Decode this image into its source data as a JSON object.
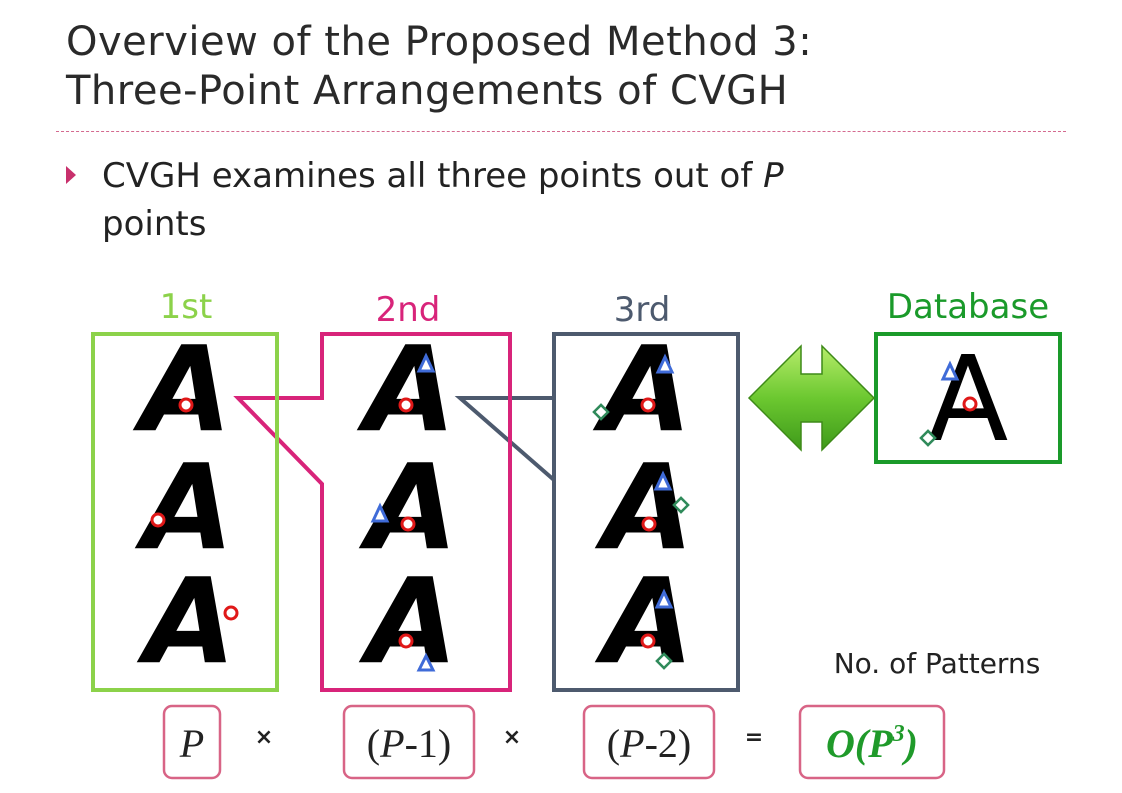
{
  "title": {
    "line1": "Overview of the Proposed Method 3:",
    "line2": "Three-Point Arrangements of CVGH"
  },
  "bullet": {
    "prefix": "CVGH examines all three points out of ",
    "var": "P",
    "line2": "points"
  },
  "columns": {
    "first": "1st",
    "second": "2nd",
    "third": "3rd",
    "database": "Database"
  },
  "glyph": "A",
  "patterns_label": "No. of Patterns",
  "formula": {
    "term1": "P",
    "term2_var": "P",
    "term2_rest": "-1)",
    "term3_var": "P",
    "term3_rest": "-2)",
    "open_paren": "(",
    "result_prefix": "O(P",
    "result_exp": "3",
    "result_suffix": ")",
    "times": "×",
    "equals": "="
  },
  "colors": {
    "first": "#8cd24a",
    "second": "#d8247a",
    "third": "#4d5a6e",
    "database": "#1a9a2a",
    "circle": "#e01818",
    "triangle": "#3f6bd8",
    "diamond": "#2f8a5a",
    "arrow": "#6cc830",
    "formula_box": "#d86486",
    "result_text": "#1f9a2a"
  }
}
